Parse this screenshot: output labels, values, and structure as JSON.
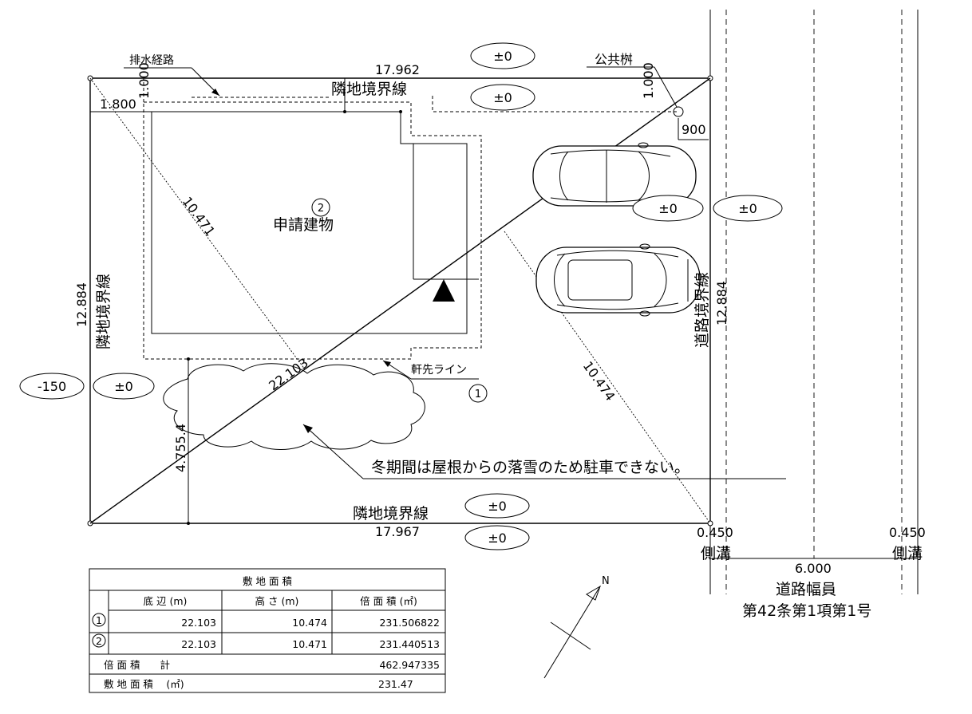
{
  "plan": {
    "top_boundary": {
      "label": "隣地境界線",
      "length": "17.962"
    },
    "bottom_boundary": {
      "label": "隣地境界線",
      "length": "17.967"
    },
    "left_boundary": {
      "label": "隣地境界線",
      "length": "12.884"
    },
    "right_boundary": {
      "label": "道路境界線",
      "length": "12.884"
    },
    "drain_route": "排水経路",
    "public_basin": "公共桝",
    "dim_1000_left": "1.000",
    "dim_1000_right": "1.000",
    "dim_1800": "1.800",
    "dim_900": "900",
    "building_label": "申請建物",
    "building_number": "2",
    "eaves_label": "軒先ライン",
    "triangle_1_number": "1",
    "diag_10471": "10.471",
    "diag_10474": "10.474",
    "diag_22103": "22.103",
    "dim_4755": "4.755.4",
    "snow_note": "冬期間は屋根からの落雪のため駐車できない。",
    "levels": {
      "top_outer": "±0",
      "top_inner": "±0",
      "car_1": "±0",
      "road": "±0",
      "left_outer": "-150",
      "left_inner": "±0",
      "bottom_inner": "±0",
      "bottom_outer": "±0"
    },
    "road": {
      "ditch_width_left": "0.450",
      "ditch_width_right": "0.450",
      "ditch_label_left": "側溝",
      "ditch_label_right": "側溝",
      "road_width": "6.000",
      "road_width_label": "道路幅員",
      "road_article": "第42条第1項第1号"
    },
    "north": "N"
  },
  "area_table": {
    "title": "敷 地 面 積",
    "headers": [
      "底 辺 (m)",
      "高 さ (m)",
      "倍 面 積 (㎡)"
    ],
    "rows": [
      {
        "no": "1",
        "base": "22.103",
        "height": "10.474",
        "double_area": "231.506822"
      },
      {
        "no": "2",
        "base": "22.103",
        "height": "10.471",
        "double_area": "231.440513"
      }
    ],
    "total_label": "倍 面 積　　計",
    "total_value": "462.947335",
    "site_area_label": "敷 地 面 積　 (㎡)",
    "site_area_value": "231.47"
  }
}
